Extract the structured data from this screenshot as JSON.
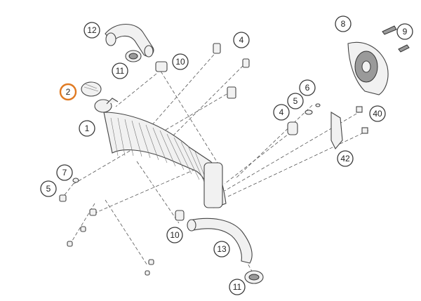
{
  "diagram": {
    "colors": {
      "line": "#3a3a3a",
      "highlight": "#e07a22",
      "background": "#ffffff"
    },
    "callouts": [
      {
        "id": "c12",
        "label": "12",
        "highlight": false
      },
      {
        "id": "c4a",
        "label": "4",
        "highlight": false
      },
      {
        "id": "c11a",
        "label": "11",
        "highlight": false
      },
      {
        "id": "c10a",
        "label": "10",
        "highlight": false
      },
      {
        "id": "c8",
        "label": "8",
        "highlight": false
      },
      {
        "id": "c9",
        "label": "9",
        "highlight": false
      },
      {
        "id": "c2",
        "label": "2",
        "highlight": true
      },
      {
        "id": "c1",
        "label": "1",
        "highlight": false
      },
      {
        "id": "c6",
        "label": "6",
        "highlight": false
      },
      {
        "id": "c5a",
        "label": "5",
        "highlight": false
      },
      {
        "id": "c4b",
        "label": "4",
        "highlight": false
      },
      {
        "id": "c40",
        "label": "40",
        "highlight": false
      },
      {
        "id": "c42",
        "label": "42",
        "highlight": false
      },
      {
        "id": "c7",
        "label": "7",
        "highlight": false
      },
      {
        "id": "c5b",
        "label": "5",
        "highlight": false
      },
      {
        "id": "c10b",
        "label": "10",
        "highlight": false
      },
      {
        "id": "c13",
        "label": "13",
        "highlight": false
      },
      {
        "id": "c11b",
        "label": "11",
        "highlight": false
      }
    ]
  }
}
